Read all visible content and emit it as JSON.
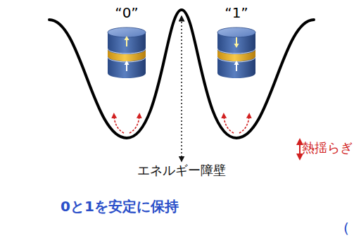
{
  "diagram": {
    "labels": [
      "“0”",
      "“1”",
      "エネルギー障壁",
      "熱揺らぎ",
      "0と1を安定に保持",
      "("
    ]
  }
}
